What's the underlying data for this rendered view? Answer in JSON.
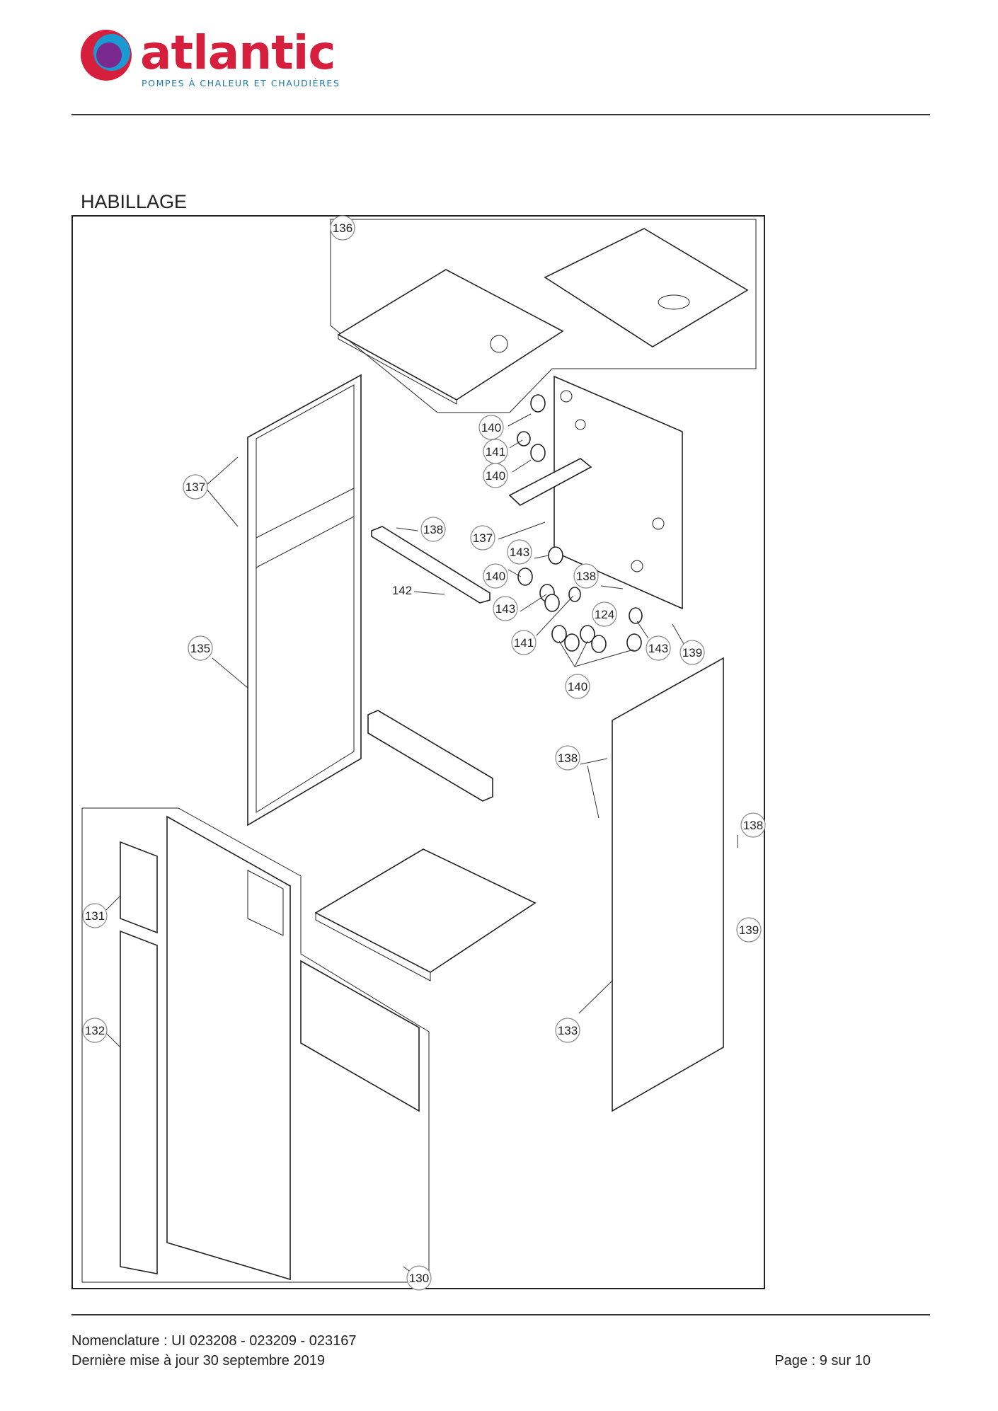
{
  "brand": {
    "name": "atlantic",
    "tagline": "POMPES À CHALEUR ET CHAUDIÈRES",
    "colors": {
      "red": "#d61f3c",
      "blue": "#1a78a8",
      "purple": "#7a2a8f"
    }
  },
  "section_title": "HABILLAGE",
  "callouts": {
    "c130": "130",
    "c131": "131",
    "c132": "132",
    "c133": "133",
    "c135": "135",
    "c136": "136",
    "c137a": "137",
    "c137b": "137",
    "c138a": "138",
    "c138b": "138",
    "c138c": "138",
    "c138d": "138",
    "c139a": "139",
    "c139b": "139",
    "c140a": "140",
    "c140b": "140",
    "c140c": "140",
    "c140d": "140",
    "c141a": "141",
    "c141b": "141",
    "c142": "142",
    "c143a": "143",
    "c143b": "143",
    "c143c": "143",
    "c124": "124"
  },
  "footer": {
    "nomenclature": "Nomenclature : UI 023208 - 023209 - 023167",
    "update": "Dernière mise à jour 30 septembre 2019",
    "page": "Page : 9 sur 10"
  }
}
